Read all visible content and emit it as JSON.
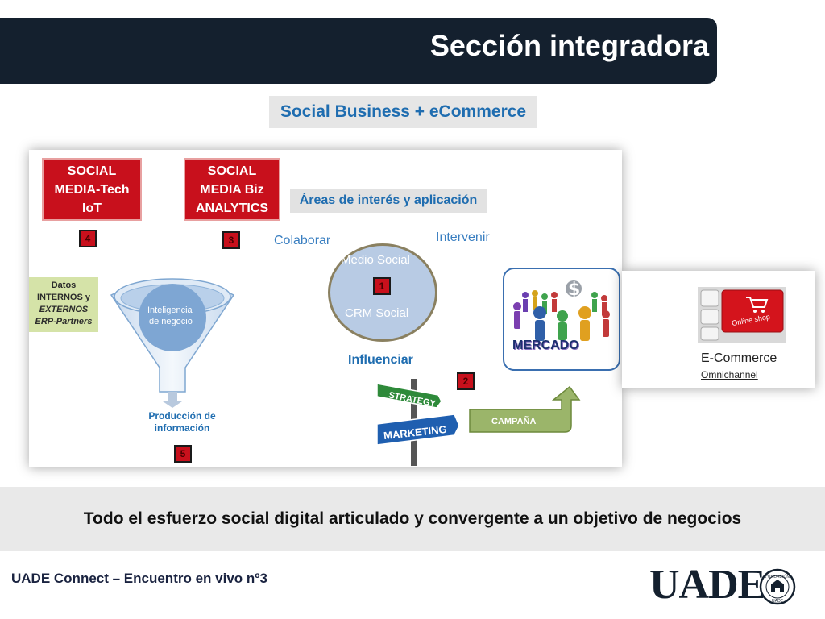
{
  "header": {
    "title": "Sección integradora"
  },
  "subtitle": "Social Business + eCommerce",
  "diagram": {
    "box_tech": [
      "SOCIAL",
      "MEDIA-Tech",
      "IoT"
    ],
    "box_biz": [
      "SOCIAL",
      "MEDIA Biz",
      "ANALYTICS"
    ],
    "badge_4": "4",
    "badge_3": "3",
    "badge_1": "1",
    "badge_2": "2",
    "badge_5": "5",
    "areas_label": "Áreas de interés y aplicación",
    "colaborar": "Colaborar",
    "intervenir": "Intervenir",
    "influenciar": "Influenciar",
    "medio_social": "Medio Social",
    "crm_social": "CRM Social",
    "datos": [
      "Datos",
      "INTERNOS y",
      "EXTERNOS",
      "ERP-Partners"
    ],
    "inteligencia": [
      "Inteligencia",
      "de negocio"
    ],
    "produccion": [
      "Producción de",
      "información"
    ],
    "mercado": "MERCADO",
    "strategy": "STRATEGY",
    "marketing": "MARKETING",
    "campana": "CAMPAÑA",
    "online_shop": "Online shop",
    "ecommerce": "E-Commerce",
    "omnichannel": "Omnichannel"
  },
  "footer": {
    "statement": "Todo el esfuerzo social digital articulado y convergente a un objetivo de negocios",
    "event": "UADE Connect – Encuentro en vivo nº3",
    "logo": "UADE",
    "seal": "FUNDACIÓN UADE"
  },
  "colors": {
    "header_bg": "#14202e",
    "accent_blue": "#1f6db0",
    "badge_red": "#c8101c",
    "datos_green": "#d5e3a8"
  }
}
